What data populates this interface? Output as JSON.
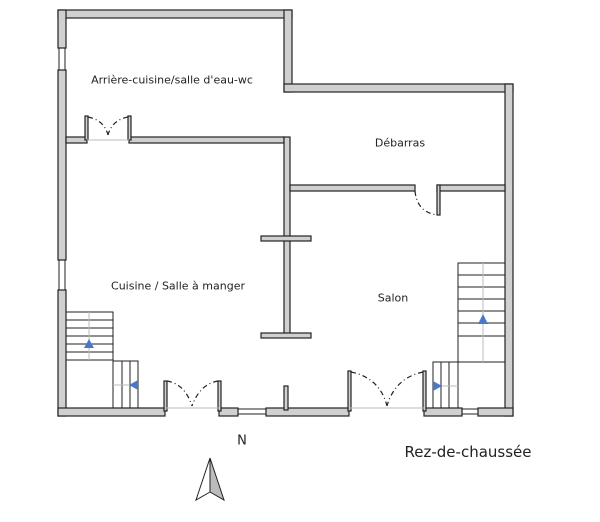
{
  "plan": {
    "title": "Rez-de-chaussée",
    "north_label": "N",
    "rooms": [
      {
        "name": "Arrière-cuisine/salle d'eau-wc"
      },
      {
        "name": "Débarras"
      },
      {
        "name": "Cuisine / Salle à manger"
      },
      {
        "name": "Salon"
      }
    ],
    "colors": {
      "wall_fill": "#d0d0d0",
      "wall_stroke": "#222222",
      "stair_arrow": "#4a78c8"
    }
  }
}
